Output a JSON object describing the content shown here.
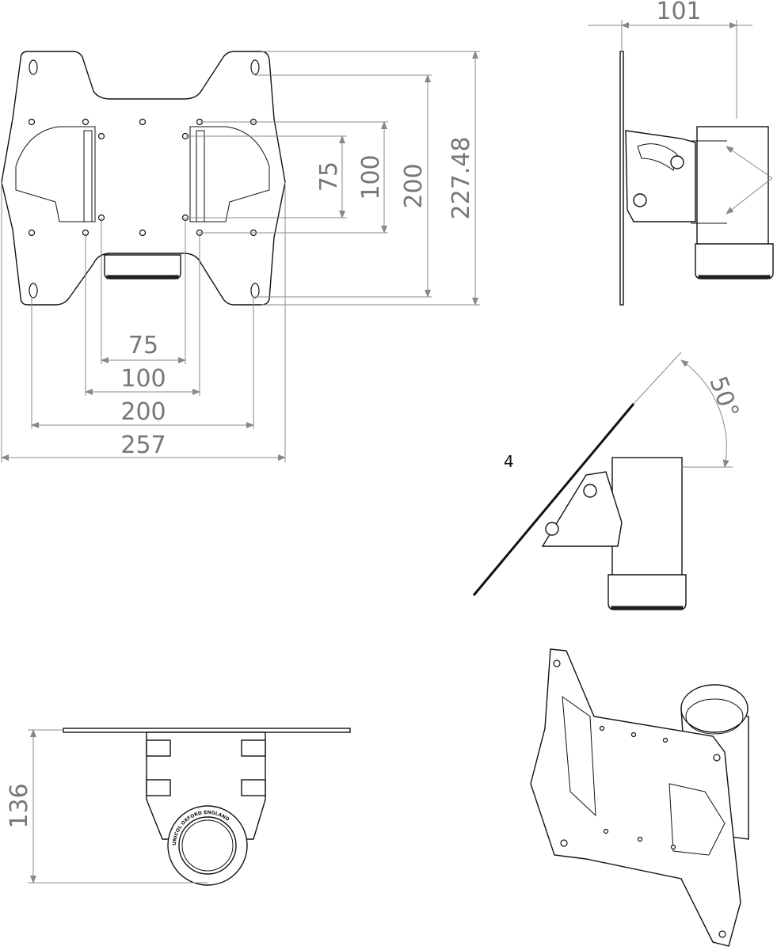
{
  "front_view": {
    "dims_horizontal": [
      "75",
      "100",
      "200",
      "257"
    ],
    "dims_vertical": [
      "75",
      "100",
      "200",
      "227.48"
    ]
  },
  "side_view": {
    "dim_depth": "101"
  },
  "tilt_view": {
    "angle": "50°",
    "label": "4"
  },
  "bottom_view": {
    "dim_height": "136",
    "logo_text": "UNICOL OXFORD ENGLAND"
  },
  "colors": {
    "line": "#111111",
    "dimension": "#888888"
  }
}
